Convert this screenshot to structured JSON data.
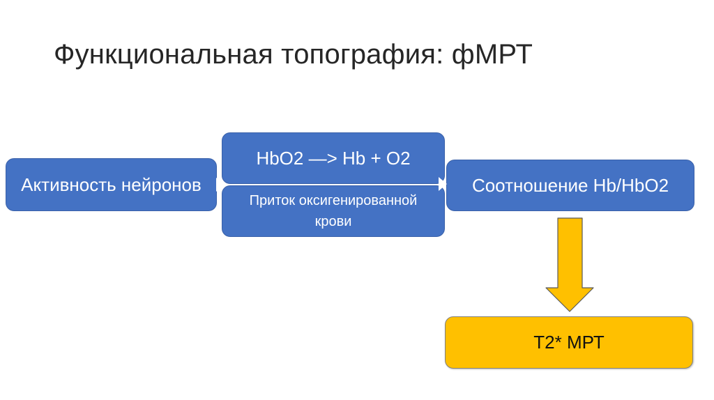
{
  "slide": {
    "title": "Функциональная топография: фМРТ",
    "colors": {
      "node_blue_fill": "#4472C4",
      "node_blue_border": "#3A61A9",
      "accent_yellow_fill": "#FFC000",
      "yellow_border": "#808080",
      "arrow_outline": "#595959",
      "title_text": "#262626",
      "node_text_light": "#FFFFFF",
      "node_text_dark": "#111111"
    },
    "diagram": {
      "nodes": [
        {
          "id": "neuron-activity",
          "label": "Активность нейронов",
          "style": "blue"
        },
        {
          "id": "hbo2-reaction",
          "label": "HbO2 —> Hb + O2",
          "style": "blue"
        },
        {
          "id": "oxygenated-blood-flow",
          "label": "Приток оксигенированной крови",
          "style": "blue"
        },
        {
          "id": "hb-hbo2-ratio",
          "label": "Соотношение Hb/HbO2",
          "style": "blue"
        },
        {
          "id": "t2-mri",
          "label": "T2* МРТ",
          "style": "yellow"
        }
      ],
      "flow": [
        "neuron-activity -> hbo2-reaction + oxygenated-blood-flow",
        "hbo2-reaction + oxygenated-blood-flow -> hb-hbo2-ratio",
        "hb-hbo2-ratio -> t2-mri"
      ]
    }
  }
}
